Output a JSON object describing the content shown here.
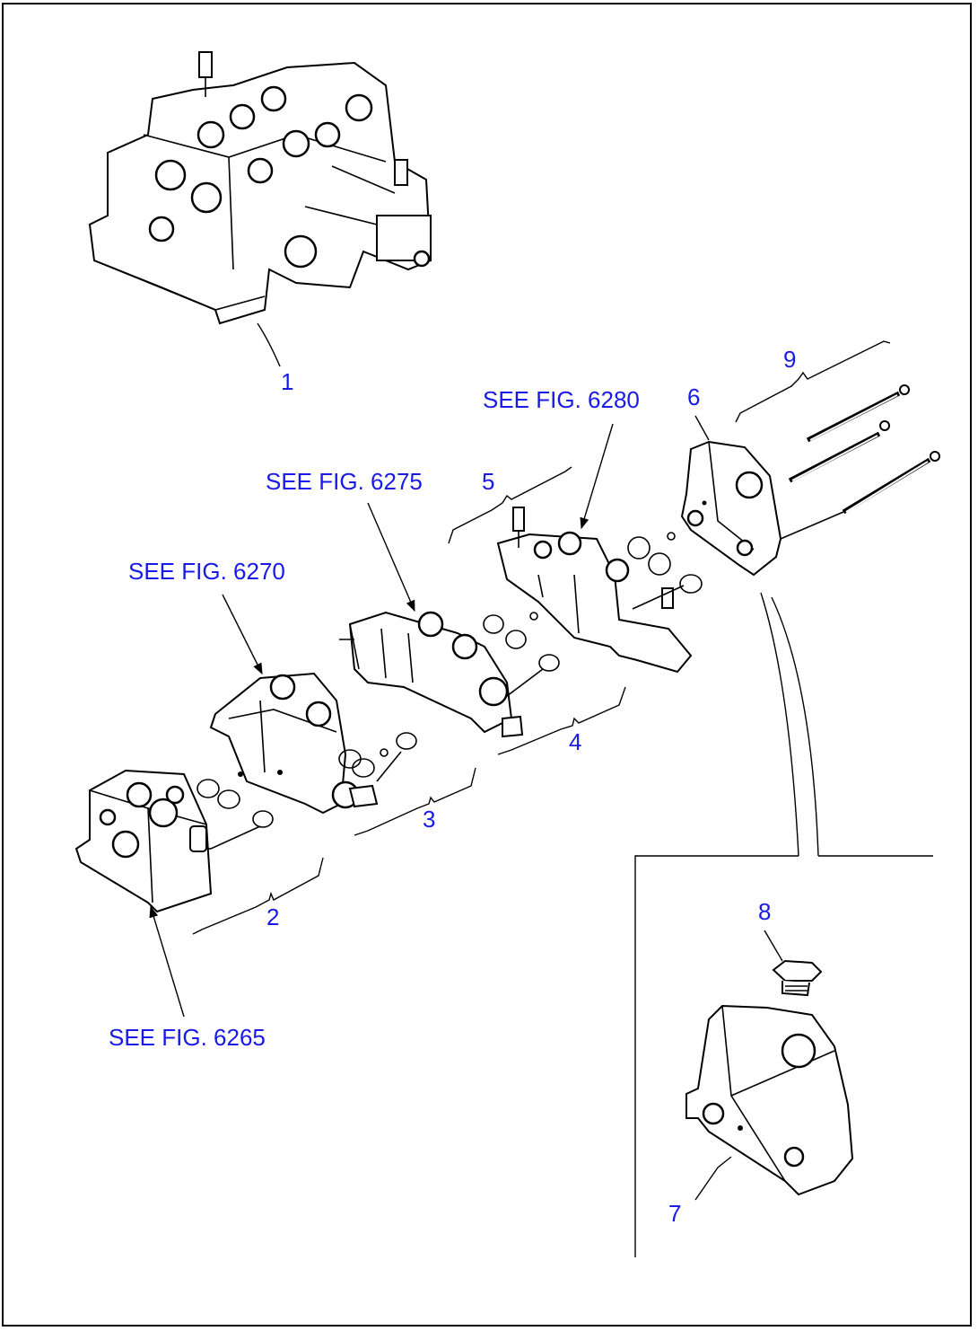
{
  "callouts": {
    "c1": "1",
    "c2": "2",
    "c3": "3",
    "c4": "4",
    "c5": "5",
    "c6": "6",
    "c7": "7",
    "c8": "8",
    "c9": "9"
  },
  "references": {
    "fig6265": "SEE FIG. 6265",
    "fig6270": "SEE FIG. 6270",
    "fig6275": "SEE FIG. 6275",
    "fig6280": "SEE FIG. 6280"
  },
  "colors": {
    "label": "#1a1ae6",
    "line": "#000000",
    "background": "#ffffff"
  }
}
